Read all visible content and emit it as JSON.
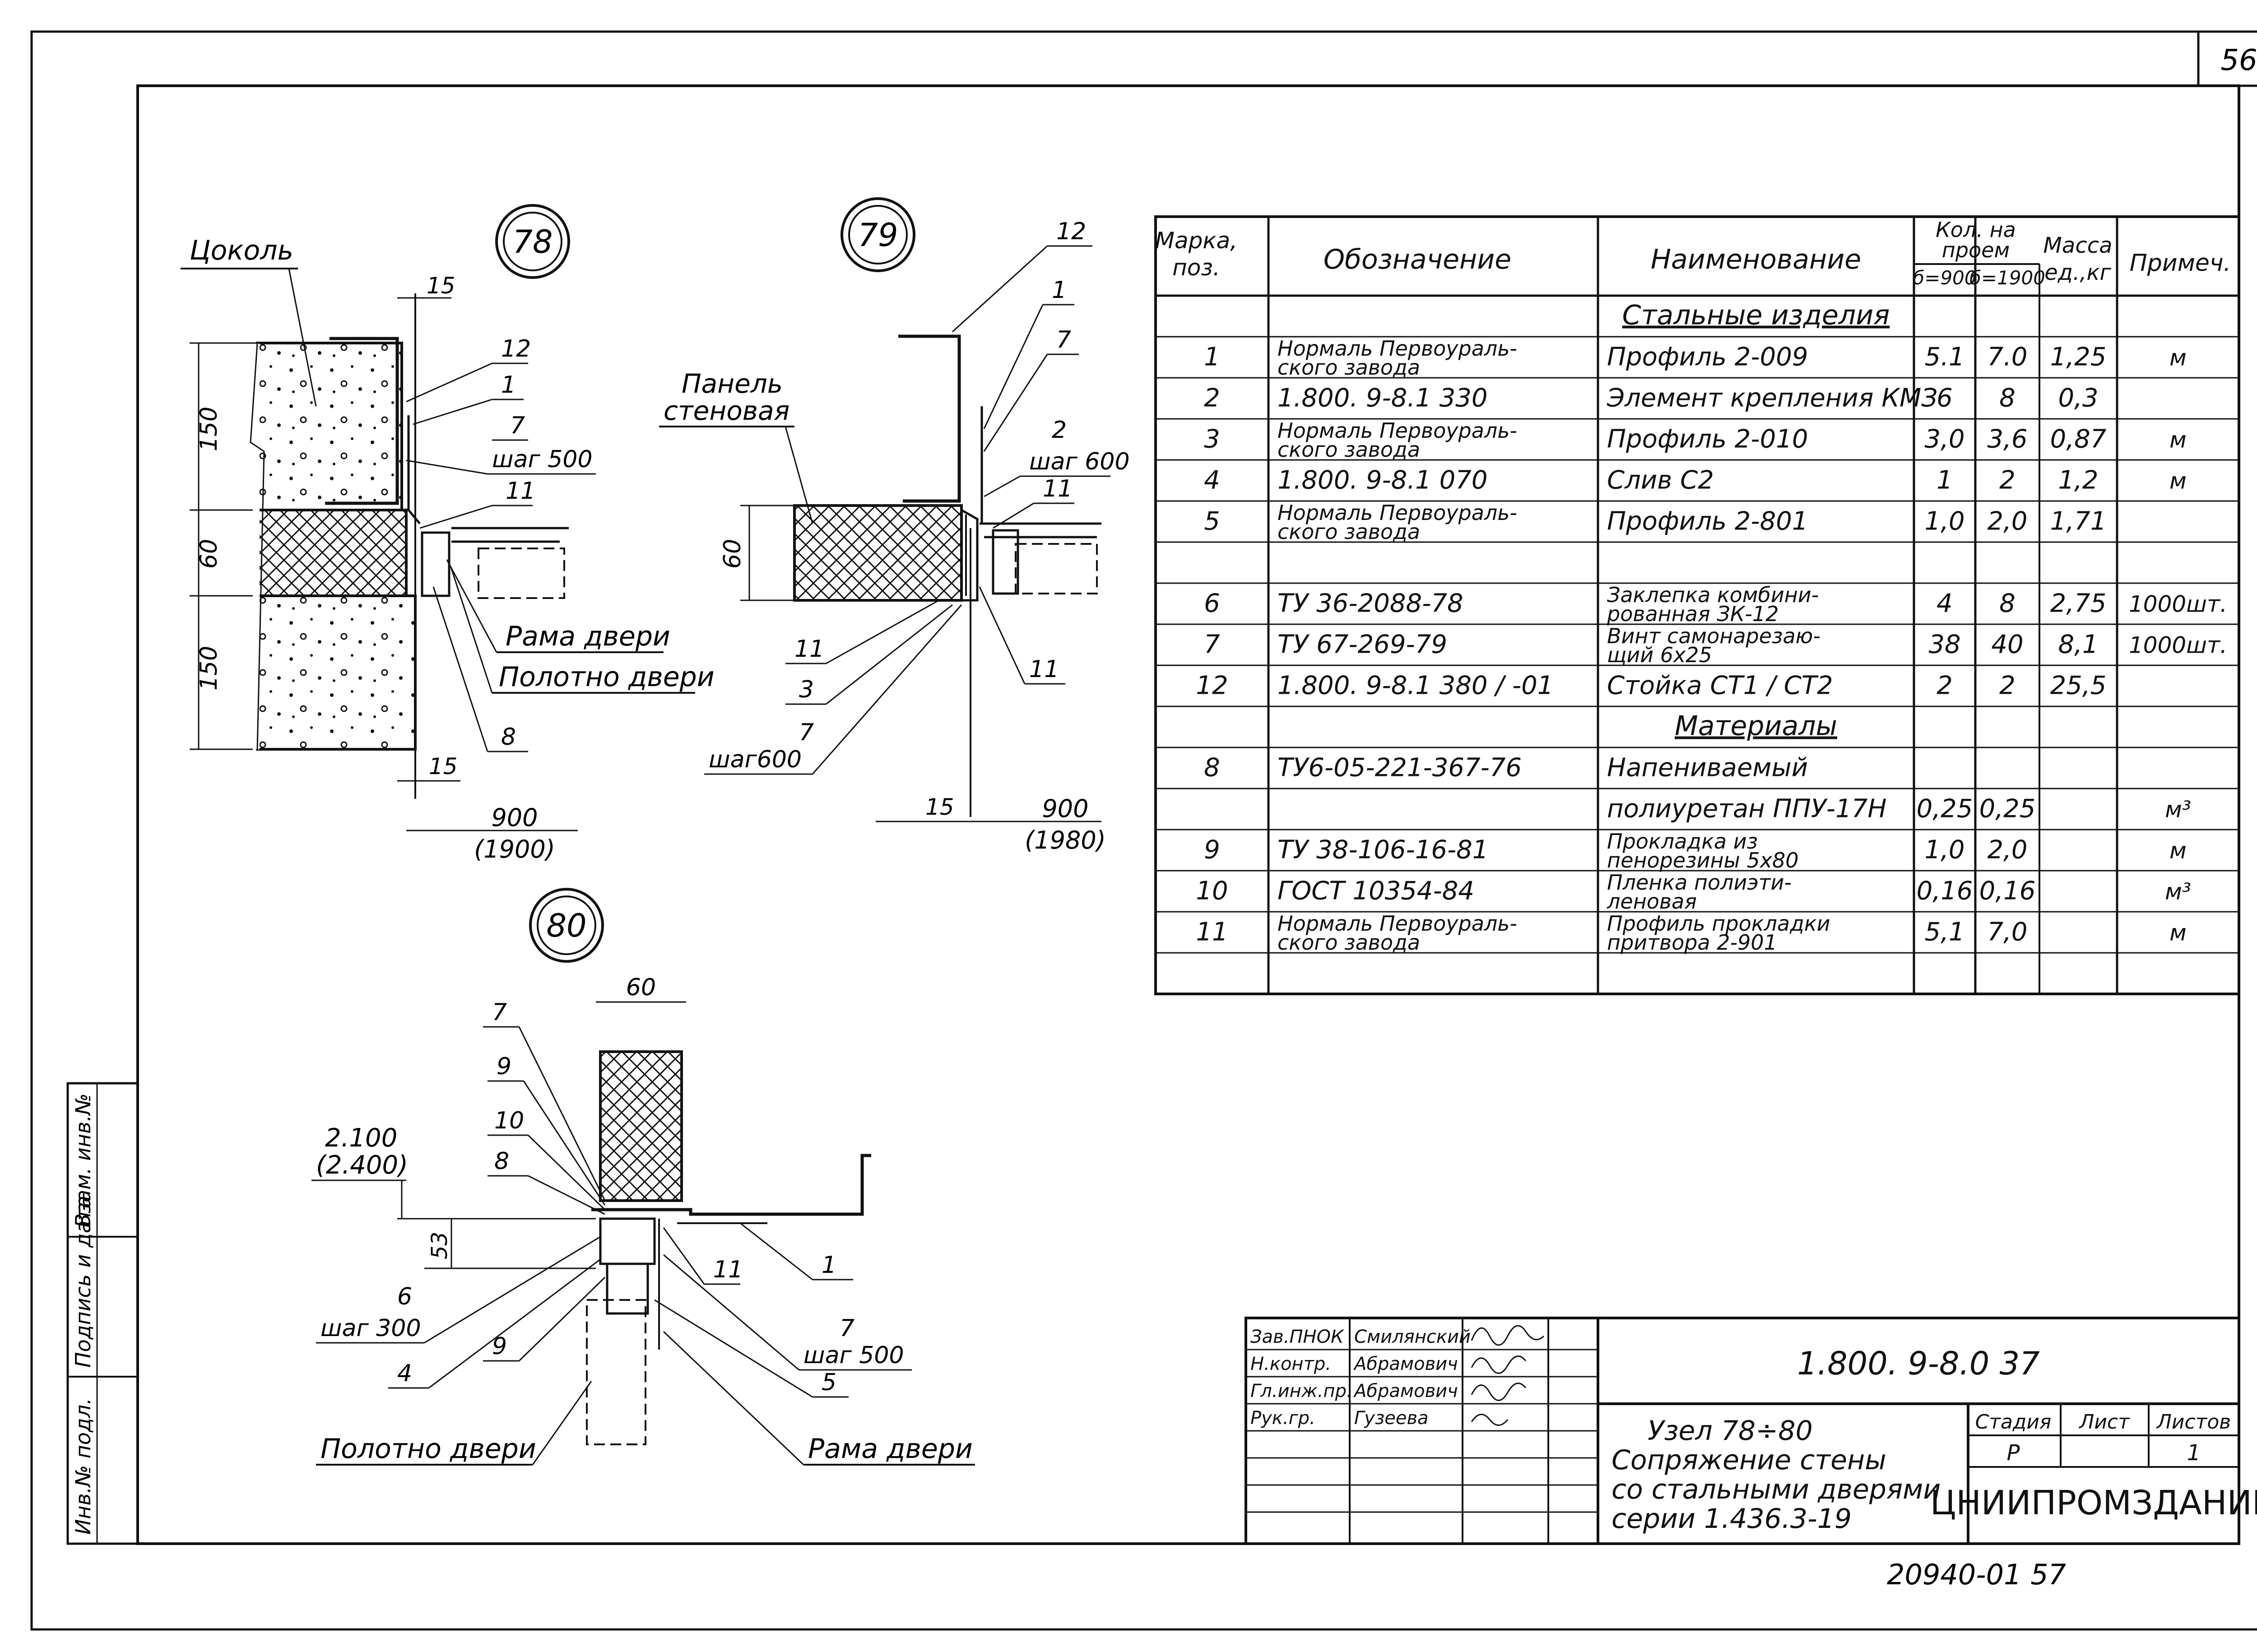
{
  "sheet": {
    "sheet_number": "56",
    "archive_number": "20940-01  57"
  },
  "details": {
    "d78": {
      "number": "78",
      "labels": {
        "plinth": "Цоколь",
        "door_frame": "Рама двери",
        "door_leaf": "Полотно двери"
      },
      "callouts": [
        "12",
        "1",
        "7",
        "11",
        "8"
      ],
      "step": "шаг 500",
      "dims": {
        "top": "15",
        "bottom": "15",
        "h1": "150",
        "h2": "60",
        "h3": "150",
        "width": "900",
        "width_alt": "(1900)"
      }
    },
    "d79": {
      "number": "79",
      "labels": {
        "wall_panel_1": "Панель",
        "wall_panel_2": "стеновая"
      },
      "callouts": [
        "12",
        "1",
        "7",
        "2",
        "11",
        "11",
        "3",
        "7",
        "11"
      ],
      "step_1": "шаг 600",
      "step_2": "шаг600",
      "dims": {
        "h": "60",
        "gap": "15",
        "width": "900",
        "width_alt": "(1980)"
      }
    },
    "d80": {
      "number": "80",
      "labels": {
        "door_leaf": "Полотно двери",
        "door_frame": "Рама двери"
      },
      "callouts": [
        "7",
        "9",
        "10",
        "8",
        "6",
        "4",
        "9",
        "11",
        "1",
        "7",
        "5"
      ],
      "step_1": "шаг 300",
      "step_2": "шаг 500",
      "dims": {
        "width": "60",
        "h": "53",
        "level": "2.100",
        "level_alt": "(2.400)"
      }
    }
  },
  "spec_table": {
    "headers": {
      "mark": [
        "Марка,",
        "поз."
      ],
      "designation": "Обозначение",
      "name": "Наименование",
      "qty_group": [
        "Кол. на",
        "проем"
      ],
      "qty_900": "б=900",
      "qty_1900": "б=1900",
      "mass": [
        "Масса",
        "ед.,кг"
      ],
      "note": "Примеч."
    },
    "rows": [
      {
        "mark": "",
        "designation": "",
        "name": "Стальные изделия",
        "q900": "",
        "q1900": "",
        "mass": "",
        "note": "",
        "section": true
      },
      {
        "mark": "1",
        "designation": "Нормаль Первоураль-|ского завода",
        "name": "Профиль 2-009",
        "q900": "5.1",
        "q1900": "7.0",
        "mass": "1,25",
        "note": "м"
      },
      {
        "mark": "2",
        "designation": "1.800. 9-8.1 330",
        "name": "Элемент крепления КМЗ",
        "q900": "6",
        "q1900": "8",
        "mass": "0,3",
        "note": ""
      },
      {
        "mark": "3",
        "designation": "Нормаль Первоураль-|ского завода",
        "name": "Профиль 2-010",
        "q900": "3,0",
        "q1900": "3,6",
        "mass": "0,87",
        "note": "м"
      },
      {
        "mark": "4",
        "designation": "1.800. 9-8.1 070",
        "name": "Слив С2",
        "q900": "1",
        "q1900": "2",
        "mass": "1,2",
        "note": "м"
      },
      {
        "mark": "5",
        "designation": "Нормаль Первоураль-|ского завода",
        "name": "Профиль 2-801",
        "q900": "1,0",
        "q1900": "2,0",
        "mass": "1,71",
        "note": ""
      },
      {
        "mark": "",
        "designation": "",
        "name": "",
        "q900": "",
        "q1900": "",
        "mass": "",
        "note": ""
      },
      {
        "mark": "6",
        "designation": "ТУ 36-2088-78",
        "name": "Заклепка комбини-|рованная ЗК-12",
        "q900": "4",
        "q1900": "8",
        "mass": "2,75",
        "note": "1000шт."
      },
      {
        "mark": "7",
        "designation": "ТУ 67-269-79",
        "name": "Винт самонарезаю-|щий 6х25",
        "q900": "38",
        "q1900": "40",
        "mass": "8,1",
        "note": "1000шт."
      },
      {
        "mark": "12",
        "designation": "1.800. 9-8.1 380 / -01",
        "name": "Стойка СТ1 / СТ2",
        "q900": "2",
        "q1900": "2",
        "mass": "25,5",
        "note": ""
      },
      {
        "mark": "",
        "designation": "",
        "name": "Материалы",
        "q900": "",
        "q1900": "",
        "mass": "",
        "note": "",
        "section": true
      },
      {
        "mark": "8",
        "designation": "ТУ6-05-221-367-76",
        "name": "Напениваемый",
        "q900": "",
        "q1900": "",
        "mass": "",
        "note": ""
      },
      {
        "mark": "",
        "designation": "",
        "name": "полиуретан ППУ-17Н",
        "q900": "0,25",
        "q1900": "0,25",
        "mass": "",
        "note": "м³"
      },
      {
        "mark": "9",
        "designation": "ТУ 38-106-16-81",
        "name": "Прокладка из|пенорезины 5х80",
        "q900": "1,0",
        "q1900": "2,0",
        "mass": "",
        "note": "м"
      },
      {
        "mark": "10",
        "designation": "ГОСТ 10354-84",
        "name": "Пленка полиэти-|леновая",
        "q900": "0,16",
        "q1900": "0,16",
        "mass": "",
        "note": "м³"
      },
      {
        "mark": "11",
        "designation": "Нормаль Первоураль-|ского завода",
        "name": "Профиль прокладки|притвора 2-901",
        "q900": "5,1",
        "q1900": "7,0",
        "mass": "",
        "note": "м"
      },
      {
        "mark": "",
        "designation": "",
        "name": "",
        "q900": "",
        "q1900": "",
        "mass": "",
        "note": ""
      }
    ]
  },
  "title_block": {
    "signatures": [
      {
        "role": "Зав.ПНОК",
        "name": "Смилянский"
      },
      {
        "role": "Н.контр.",
        "name": "Абрамович"
      },
      {
        "role": "Гл.инж.пр.",
        "name": "Абрамович"
      },
      {
        "role": "Рук.гр.",
        "name": "Гузеева"
      }
    ],
    "code": "1.800. 9-8.0 37",
    "title_lines": [
      "Узел 78÷80",
      "Сопряжение стены",
      "со стальными дверями",
      "серии 1.436.3-19"
    ],
    "stage_label": "Стадия",
    "sheet_label": "Лист",
    "sheets_label": "Листов",
    "stage": "Р",
    "sheets": "1",
    "organization": "ЦНИИПРОМЗДАНИЙ"
  },
  "side_stamp": [
    "Инв.№ подл.",
    "Подпись и дата",
    "Взам. инв.№"
  ]
}
